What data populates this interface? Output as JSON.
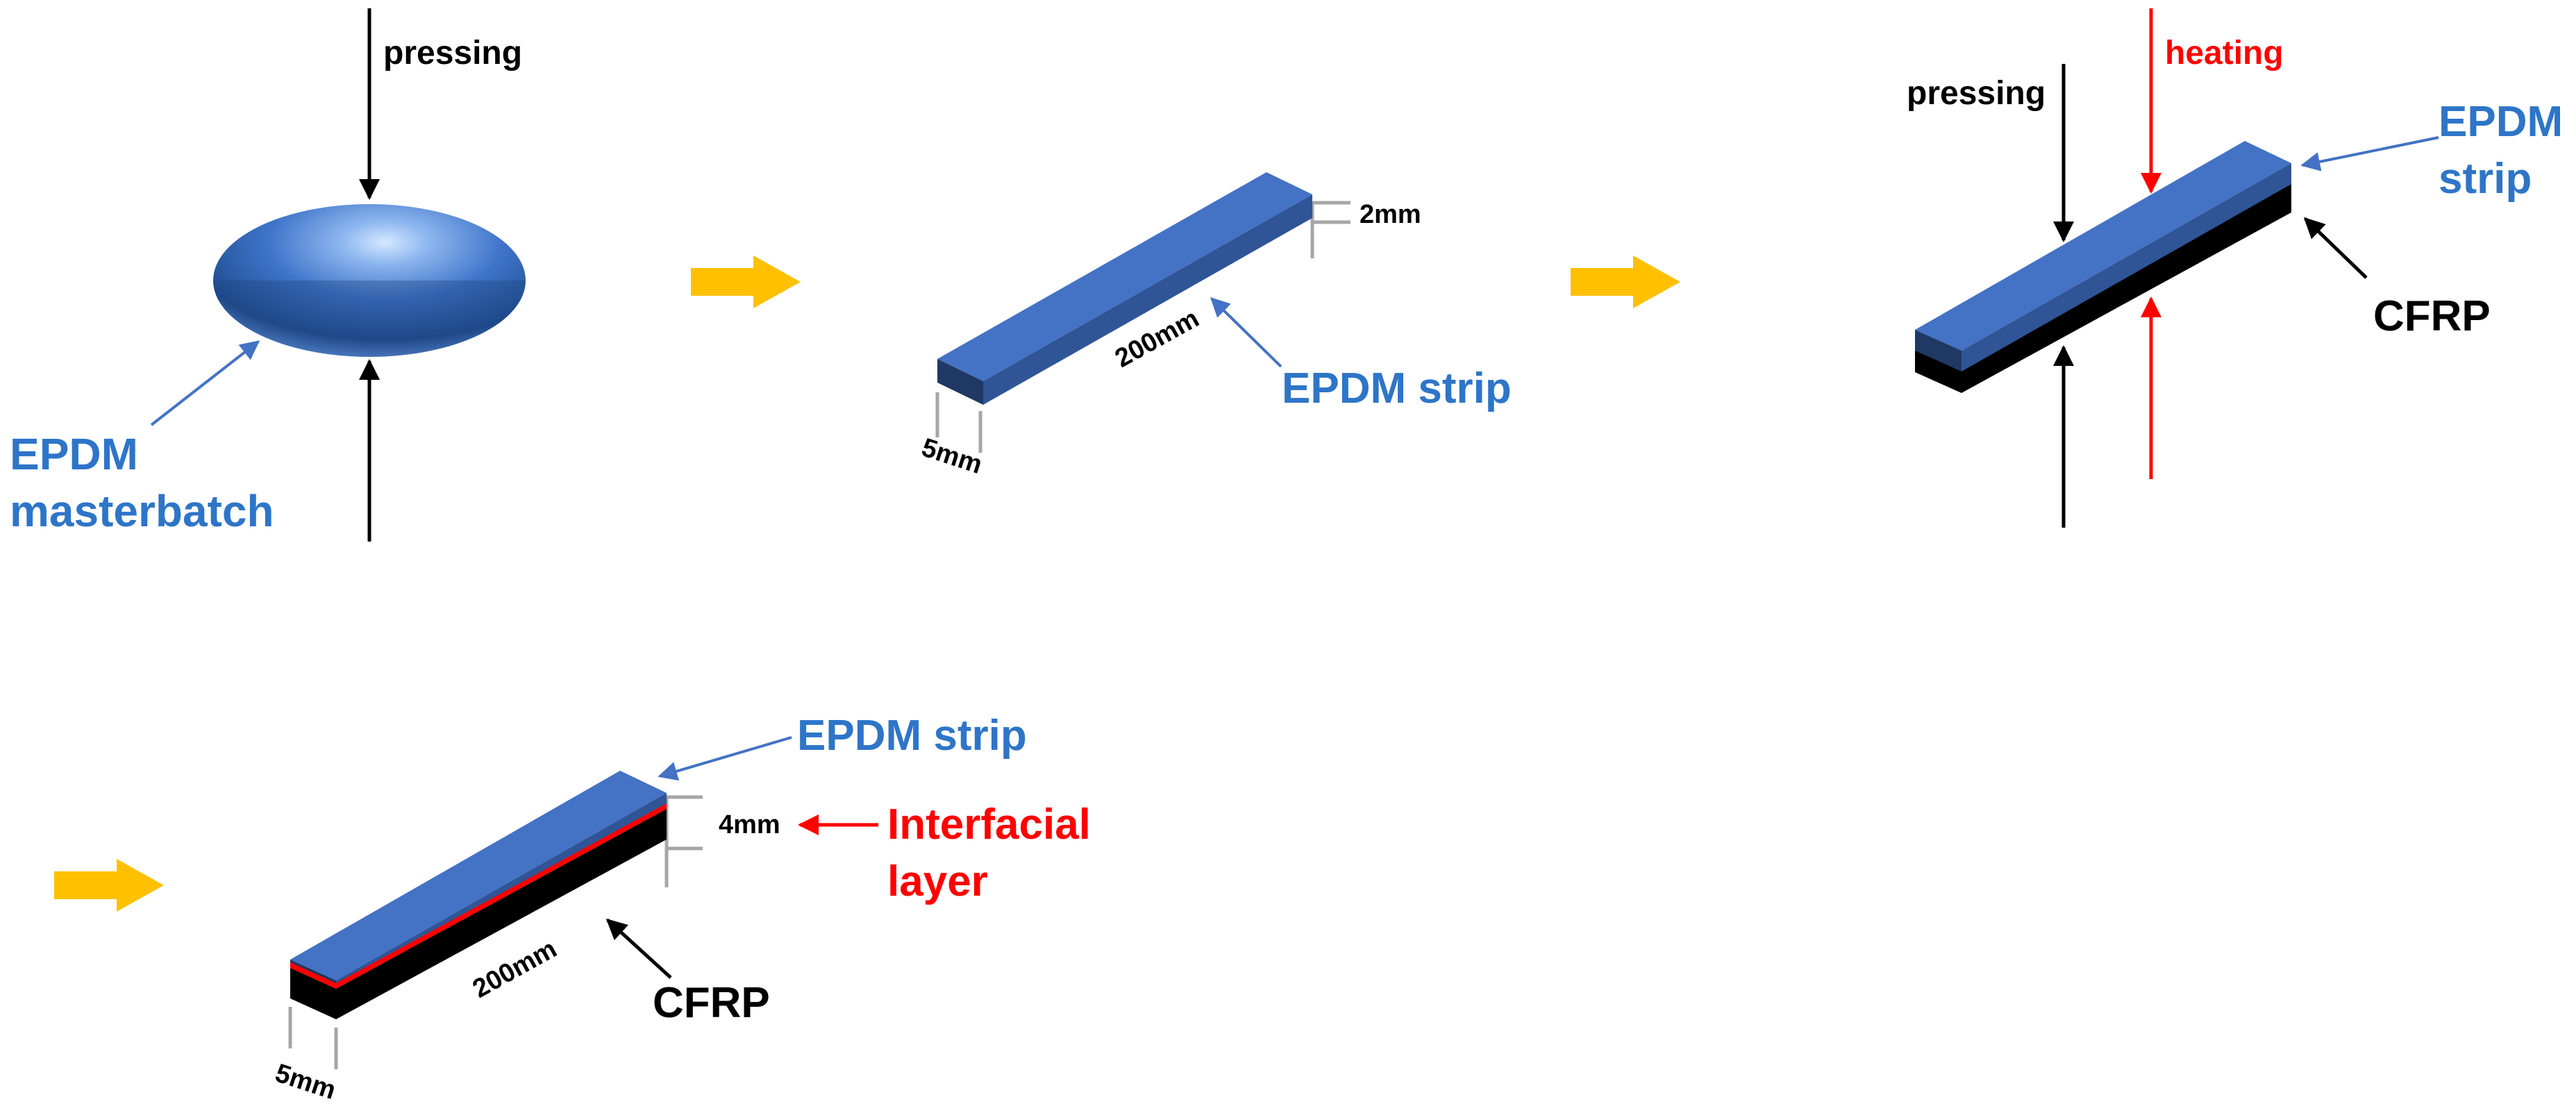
{
  "colors": {
    "epdm_text": "#2E75C8",
    "epdm_top": "#4472C4",
    "epdm_side": "#2F5597",
    "epdm_front": "#203864",
    "cfrp": "#000000",
    "interface": "#FF0000",
    "arrow_yellow": "#FFC000",
    "leader_blue": "#4472C4",
    "dim_line": "#A6A6A6"
  },
  "step1": {
    "pressing": "pressing",
    "masterbatch_line1": "EPDM",
    "masterbatch_line2": "masterbatch"
  },
  "step2": {
    "thickness": "2mm",
    "length": "200mm",
    "width": "5mm",
    "strip_label": "EPDM strip"
  },
  "step3": {
    "pressing": "pressing",
    "heating": "heating",
    "strip_line1": "EPDM",
    "strip_line2": "strip",
    "cfrp": "CFRP"
  },
  "step4": {
    "strip_label": "EPDM strip",
    "thickness": "4mm",
    "interfacial_line1": "Interfacial",
    "interfacial_line2": "layer",
    "length": "200mm",
    "cfrp": "CFRP",
    "width": "5mm"
  },
  "flow_arrows": [
    "step1-to-step2",
    "step2-to-step3",
    "step3-to-step4"
  ]
}
